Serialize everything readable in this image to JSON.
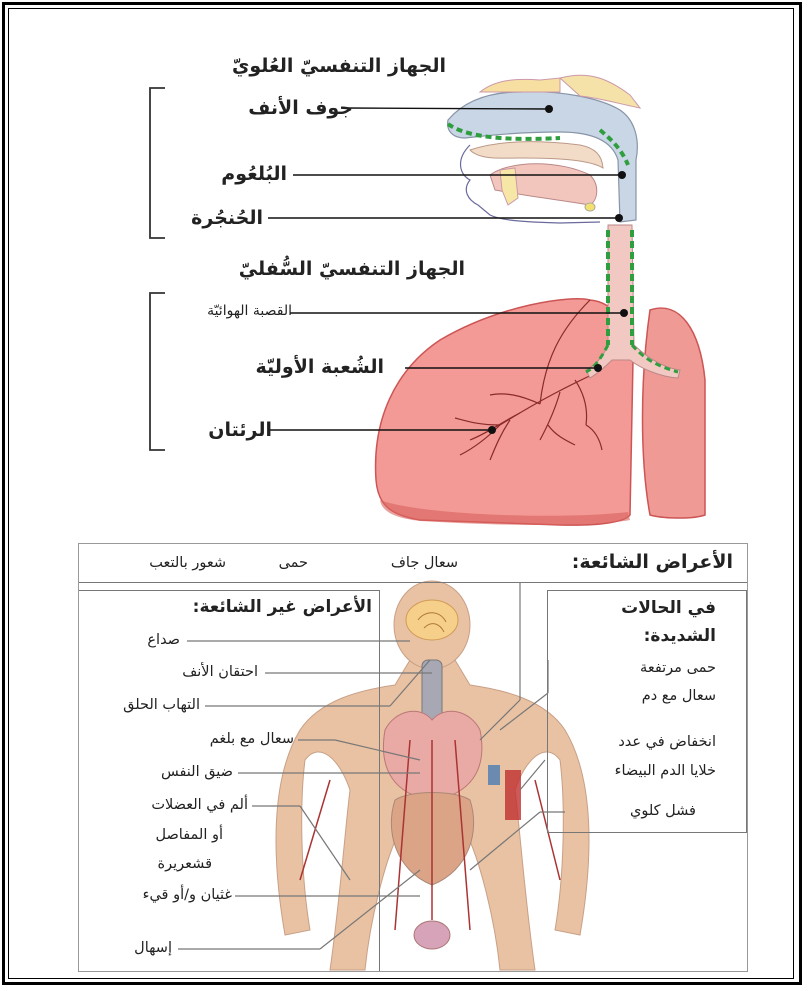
{
  "respiratory": {
    "upper_title": "الجهاز التنفسيّ العُلويّ",
    "nasal_cavity": "جوف الأنف",
    "pharynx": "البُلعُوم",
    "larynx": "الحُنجُرة",
    "lower_title": "الجهاز التنفسيّ السُّفليّ",
    "trachea": "القصبة الهوائيّة",
    "primary_bronchus": "الشُعبة الأوليّة",
    "lungs": "الرئتان"
  },
  "symptoms": {
    "common_title": "الأعراض الشائعة:",
    "common_items": [
      "سعال جاف",
      "حمى",
      "شعور بالتعب"
    ],
    "uncommon_title": "الأعراض غير الشائعة:",
    "uncommon_items": [
      "صداع",
      "احتقان الأنف",
      "التهاب الحلق",
      "سعال مع بلغم",
      "ضيق النفس",
      "ألم في العضلات",
      "أو المفاصل",
      "قشعريرة",
      "غثيان و/أو قيء",
      "إسهال"
    ],
    "severe_title_1": "في الحالات",
    "severe_title_2": "الشديدة:",
    "severe_items": [
      "حمى مرتفعة",
      "سعال مع دم",
      "انخفاض في عدد",
      "خلايا الدم البيضاء",
      "فشل كلوي"
    ]
  },
  "colors": {
    "lung": "#f08c8c",
    "skin": "#e9c3a6",
    "airway": "#c6d4e4",
    "mucosa": "#2e9e3e"
  }
}
